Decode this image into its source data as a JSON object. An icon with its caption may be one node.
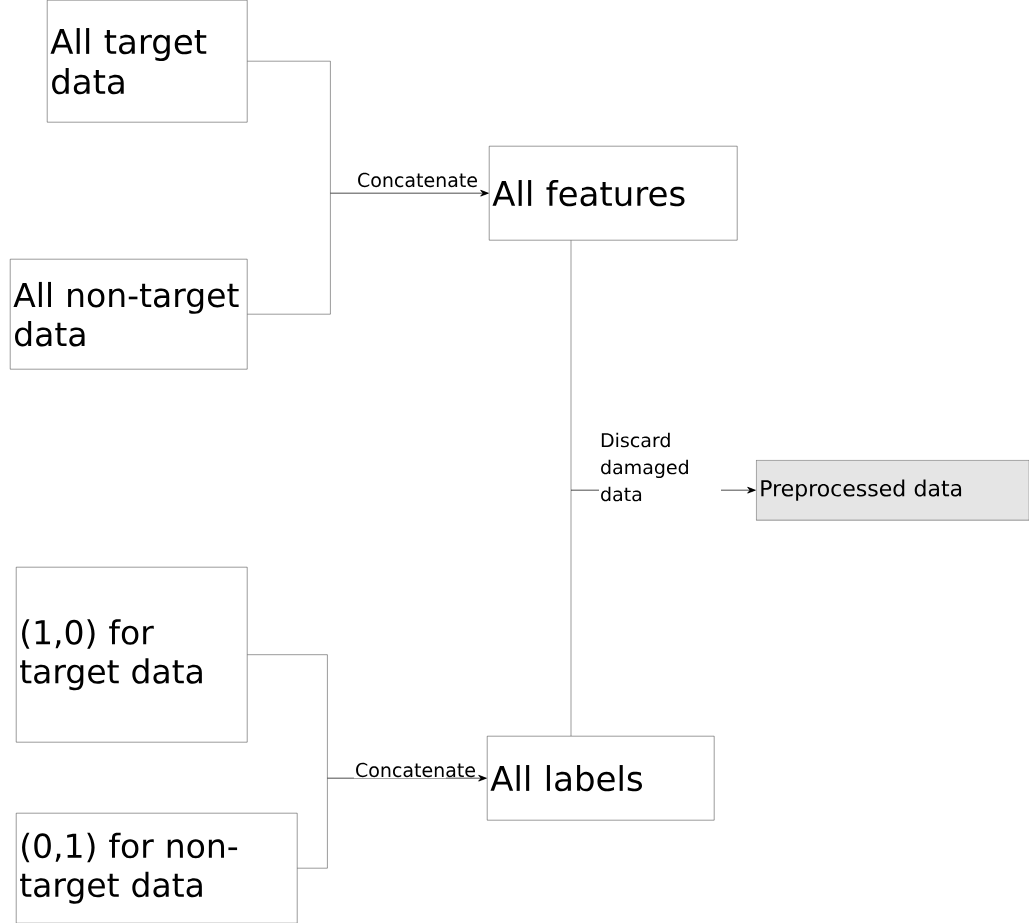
{
  "diagram": {
    "nodes": [
      {
        "text": [
          "All target data"
        ]
      },
      {
        "text": [
          "All non-target data"
        ]
      },
      {
        "text": [
          "All features"
        ]
      },
      {
        "text": [
          "Preprocessed data"
        ]
      },
      {
        "text": [
          "(1,0) for target data"
        ]
      },
      {
        "text": [
          "(0,1) for non-target data"
        ]
      },
      {
        "text": [
          "All labels"
        ]
      }
    ],
    "edges": [
      {
        "from": 0,
        "to": 2,
        "arrow": "to",
        "label": "Concatenate"
      },
      {
        "from": 1,
        "to": 2,
        "arrow": "to"
      },
      {
        "from": 2,
        "to": 3,
        "arrow": "to",
        "label": "Discard damaged data"
      },
      {
        "from": 6,
        "to": 3,
        "arrow": "to"
      },
      {
        "from": 4,
        "to": 6,
        "arrow": "to",
        "label": "Concatenate"
      },
      {
        "from": 5,
        "to": 6,
        "arrow": "to"
      }
    ]
  }
}
